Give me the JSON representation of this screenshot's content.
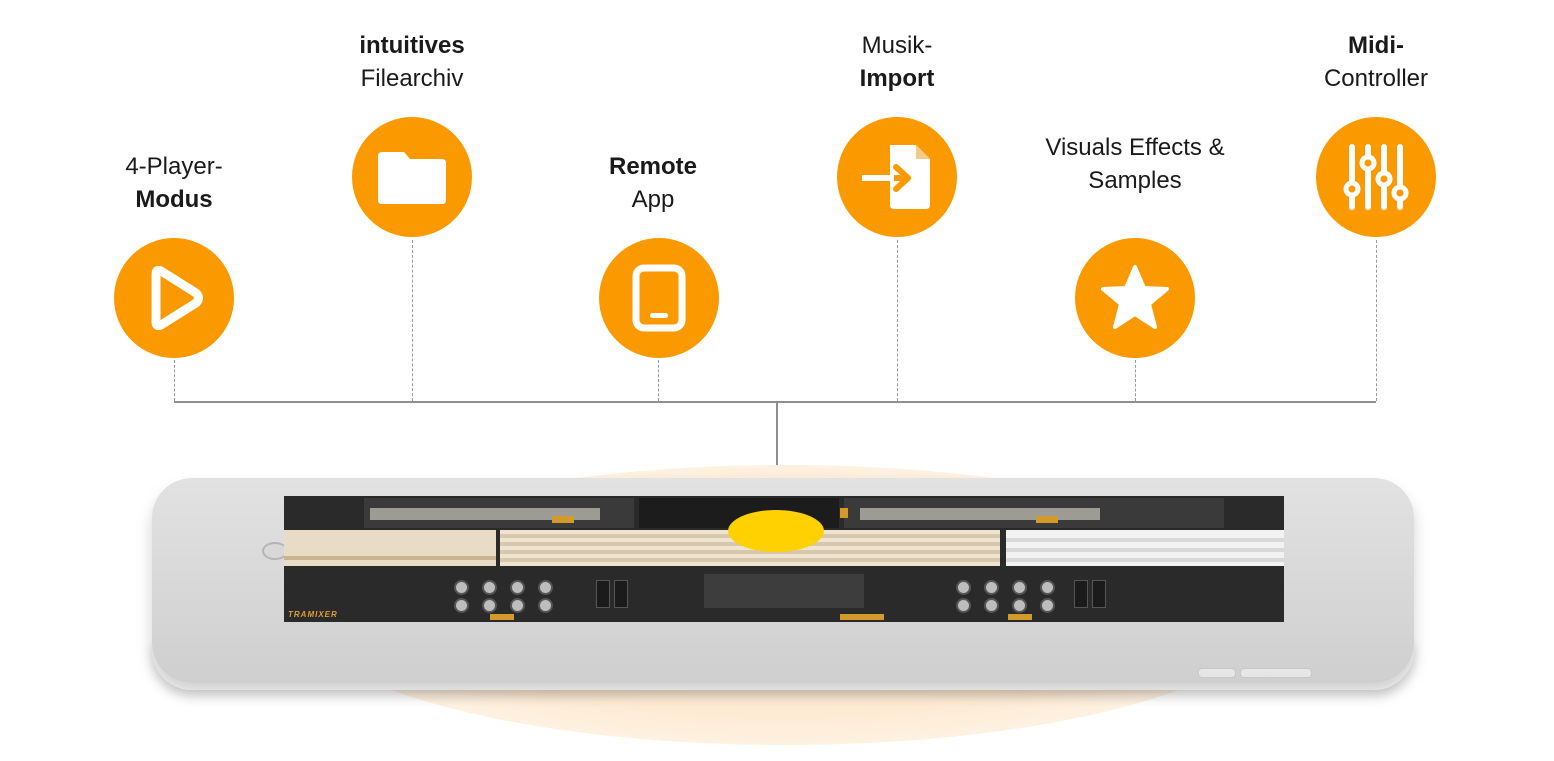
{
  "features": [
    {
      "id": "player",
      "line1": "4-Player-",
      "line2": "Modus",
      "bold_line": 2,
      "icon": "play-icon"
    },
    {
      "id": "archive",
      "line1": "intuitives",
      "line2": "Filearchiv",
      "bold_line": 1,
      "icon": "folder-icon"
    },
    {
      "id": "remote",
      "line1": "Remote",
      "line2": "App",
      "bold_line": 1,
      "icon": "tablet-icon"
    },
    {
      "id": "import",
      "line1": "Musik-",
      "line2": "Import",
      "bold_line": 2,
      "icon": "file-import-icon"
    },
    {
      "id": "visuals",
      "line1": "Visuals Effects &",
      "line2": "Samples",
      "bold_line": 0,
      "icon": "star-icon"
    },
    {
      "id": "midi",
      "line1": "Midi-",
      "line2": "Controller",
      "bold_line": 1,
      "icon": "sliders-icon"
    }
  ],
  "colors": {
    "accent": "#fb9900",
    "highlight": "#ffd100",
    "line": "#8f8f8f"
  },
  "tablet": {
    "brand": "TRAMIXER"
  }
}
